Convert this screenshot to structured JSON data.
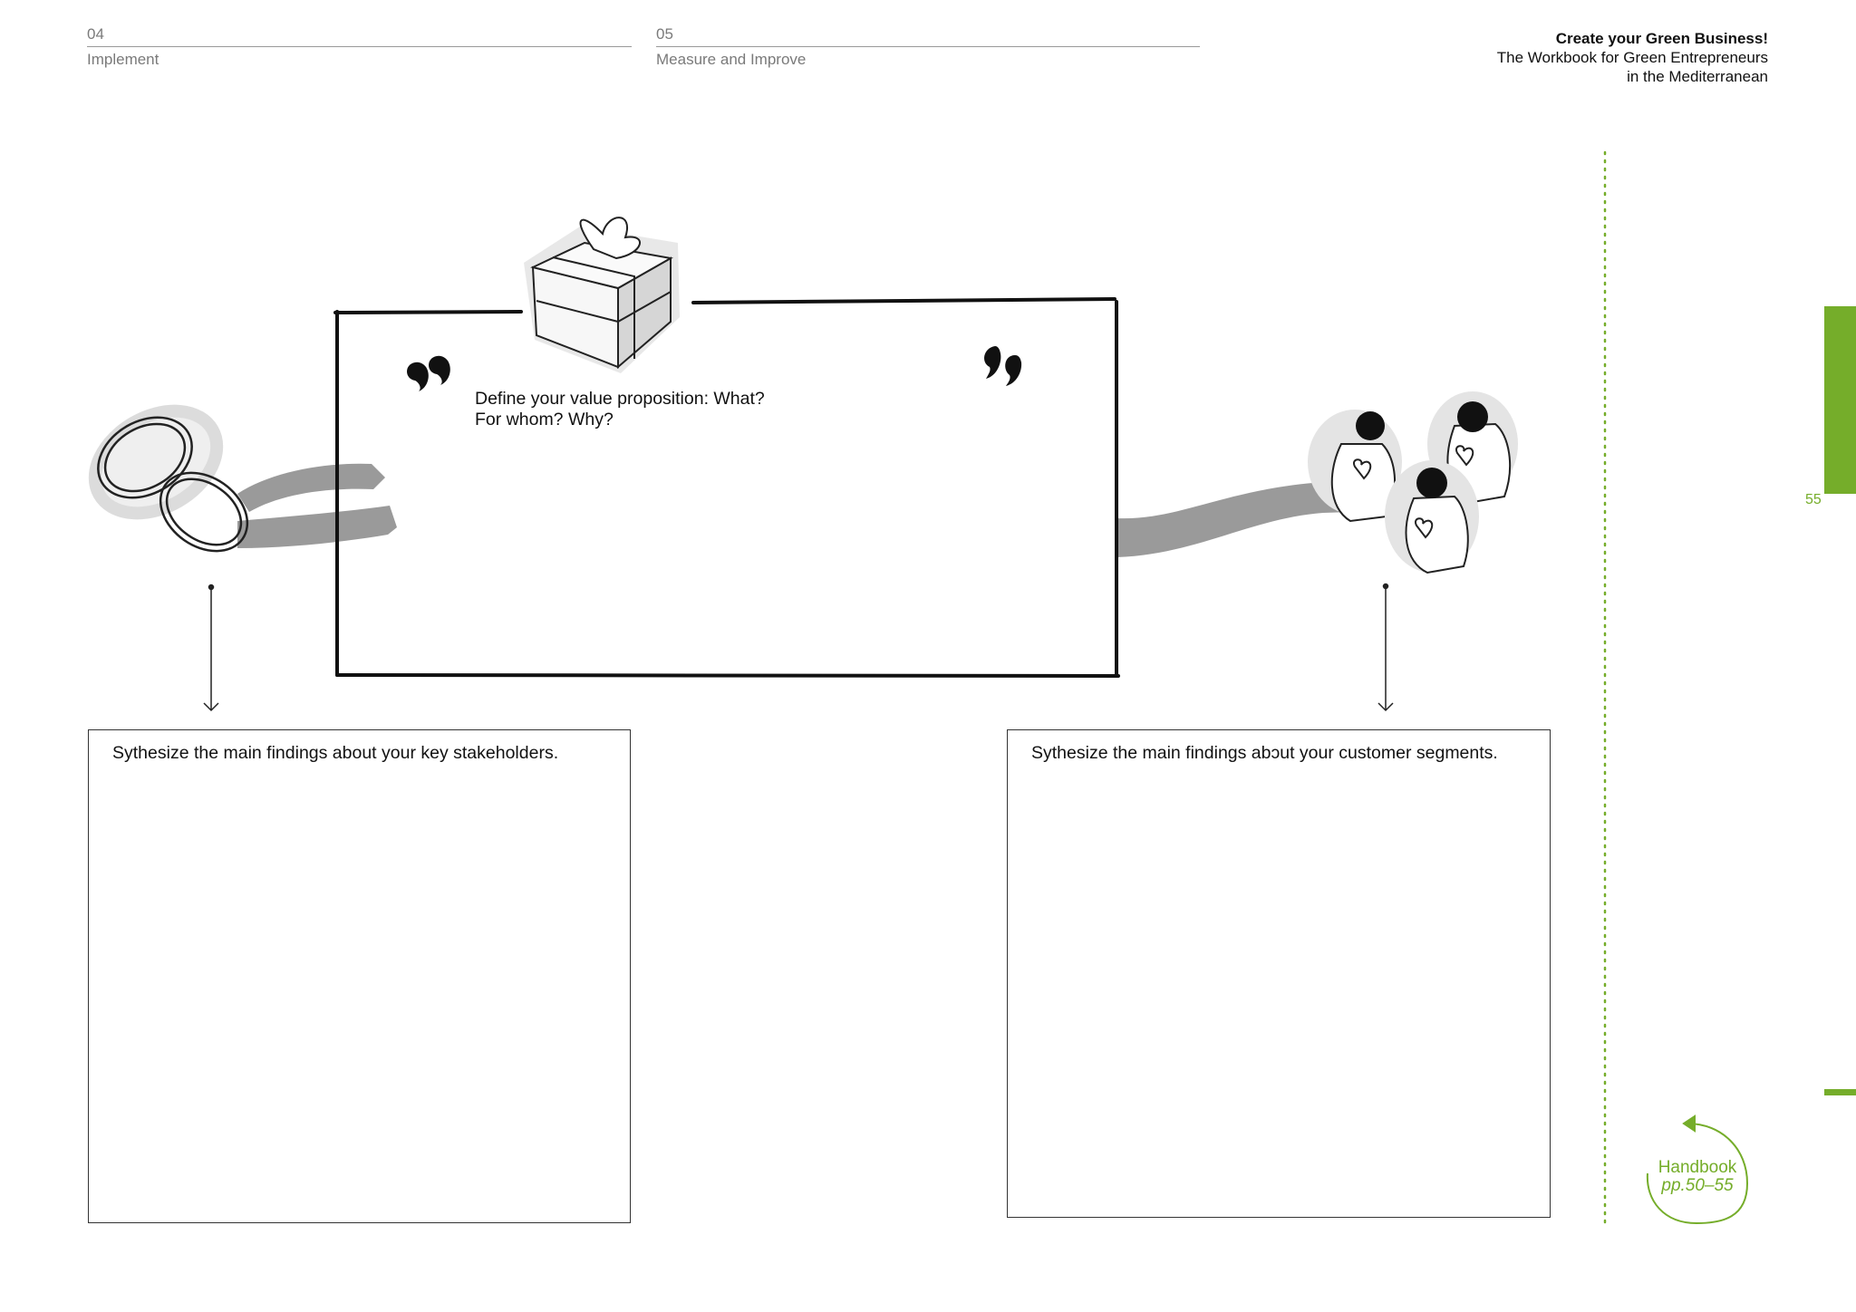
{
  "header": {
    "sections": [
      {
        "number": "04",
        "label": "Implement"
      },
      {
        "number": "05",
        "label": "Measure and Improve"
      }
    ],
    "brand": {
      "title": "Create your Green Business!",
      "subtitle_line1": "The Workbook for Green Entrepreneurs",
      "subtitle_line2": "in the Mediterranean"
    }
  },
  "value_proposition": {
    "prompt": "Define your value proposition: What?\nFor whom? Why?"
  },
  "stakeholders_box": {
    "prompt": "Sythesize the main findings about your key stakeholders."
  },
  "customers_box": {
    "prompt": "Sythesize the main findings abɔut your customer segments."
  },
  "sidebar": {
    "page_number": "55",
    "handbook_label": "Handbook",
    "handbook_pages": "pp.50–55"
  },
  "colors": {
    "accent_green": "#75ad2a",
    "ribbon_gray": "#9a9a9a"
  },
  "icons": [
    "quote-open-icon",
    "quote-close-icon",
    "gift-icon",
    "rings-icon",
    "people-icon",
    "arrow-down-icon",
    "return-arrow-icon"
  ]
}
